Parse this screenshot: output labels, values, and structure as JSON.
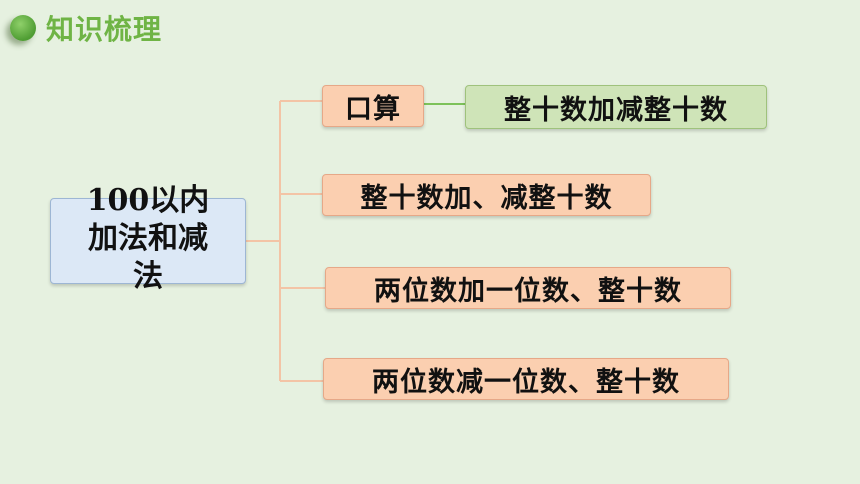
{
  "header": {
    "title": "知识梳理"
  },
  "root": {
    "lines": [
      "100以内",
      "加法和减",
      "法"
    ]
  },
  "branches": [
    {
      "label": "口算"
    },
    {
      "label": "整十数加、减整十数"
    },
    {
      "label": "两位数加一位数、整十数"
    },
    {
      "label": "两位数减一位数、整十数"
    }
  ],
  "leaf": {
    "label": "整十数加减整十数"
  },
  "colors": {
    "background": "#e6f1e0",
    "header_text": "#6fb445",
    "root_fill": "#dce8f6",
    "branch_fill": "#fbcfb0",
    "leaf_fill": "#cfe4b8",
    "connector": "#f3c4a6",
    "leaf_connector": "#7dc25a"
  }
}
